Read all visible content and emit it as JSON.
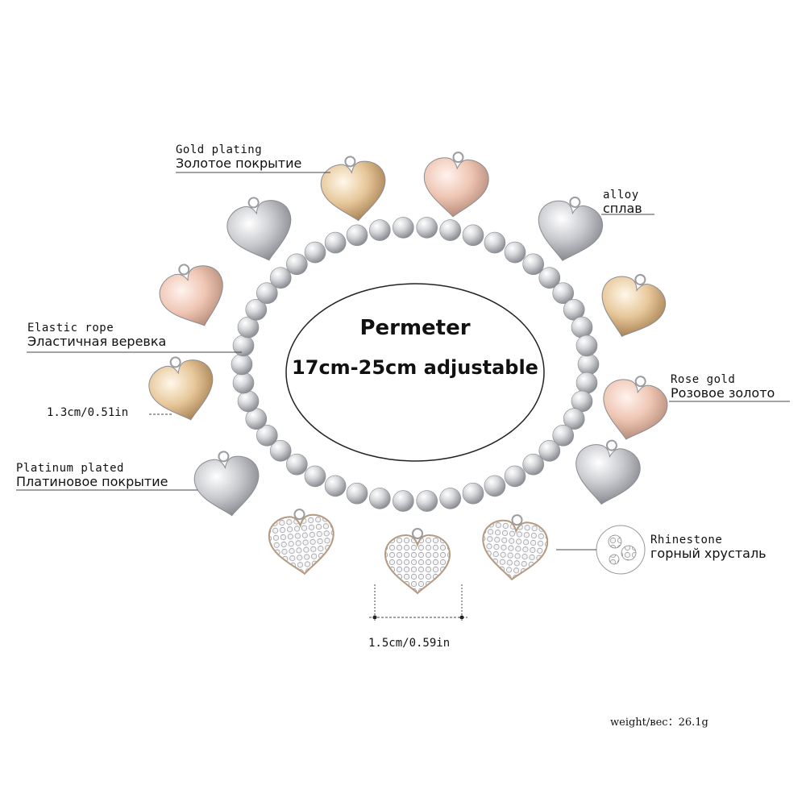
{
  "center": {
    "line1": "Permeter",
    "line2": "17cm-25cm adjustable"
  },
  "labels": {
    "gold_plating": {
      "en": "Gold plating",
      "ru": "Золотое покрытие"
    },
    "alloy": {
      "en": "alloy",
      "ru": "сплав"
    },
    "elastic_rope": {
      "en": "Elastic rope",
      "ru": "Эластичная веревка"
    },
    "rose_gold": {
      "en": "Rose gold",
      "ru": "Розовое золото"
    },
    "platinum_plated": {
      "en": "Platinum plated",
      "ru": "Платиновое покрытие"
    },
    "rhinestone": {
      "en": "Rhinestone",
      "ru": "горный хрусталь"
    }
  },
  "dimensions": {
    "heart_height": "1.3cm/0.51in",
    "heart_width": "1.5cm/0.59in"
  },
  "weight": "weight/вес：26.1g",
  "colors": {
    "silver": "#c9cacd",
    "gold": "#e7c79a",
    "rose": "#efc6b4",
    "text": "#111111"
  }
}
